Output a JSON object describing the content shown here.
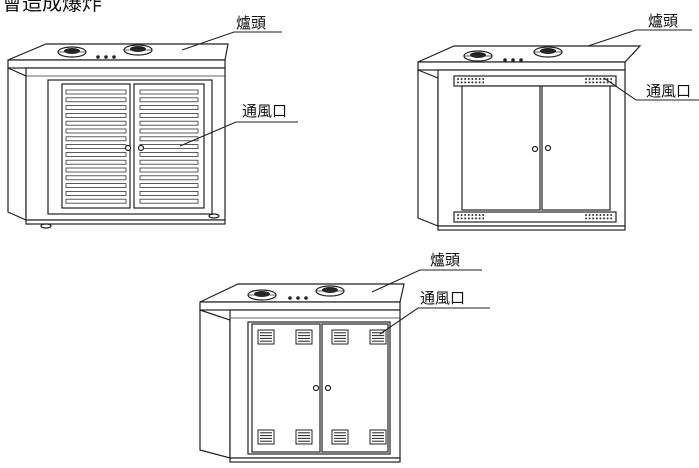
{
  "header": {
    "title": "會造成爆炸"
  },
  "figures": [
    {
      "id": "louvered",
      "labels": {
        "burner": "爐頭",
        "vent": "通風口"
      }
    },
    {
      "id": "perforated",
      "labels": {
        "burner": "爐頭",
        "vent": "通風口"
      }
    },
    {
      "id": "grilled",
      "labels": {
        "burner": "爐頭",
        "vent": "通風口"
      }
    }
  ]
}
